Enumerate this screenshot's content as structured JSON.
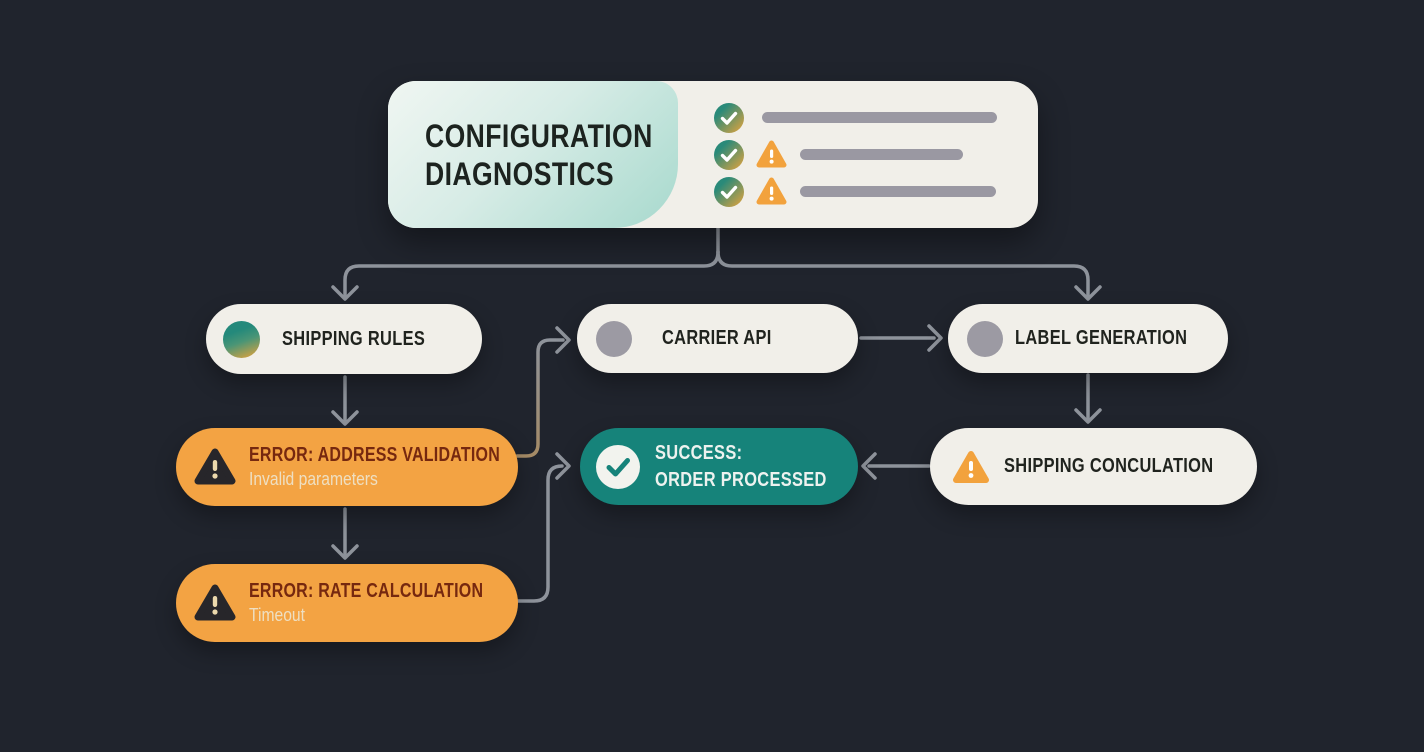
{
  "header": {
    "title": "CONFIGURATION DIAGNOSTICS",
    "checklist_rows": [
      {
        "check": true,
        "warning": false,
        "bar": "long"
      },
      {
        "check": true,
        "warning": true,
        "bar": "short"
      },
      {
        "check": true,
        "warning": true,
        "bar": "medium"
      }
    ]
  },
  "nodes": {
    "shipping_rules": {
      "label": "SHIPPING RULES"
    },
    "carrier_api": {
      "label": "CARRIER API"
    },
    "label_generation": {
      "label": "LABEL GENERATION"
    },
    "error_address": {
      "title": "ERROR: ADDRESS VALIDATION",
      "subtitle": "Invalid parameters"
    },
    "error_rate": {
      "title": "ERROR: RATE CALCULATION",
      "subtitle": "Timeout"
    },
    "success": {
      "title": "SUCCESS:",
      "subtitle": "ORDER PROCESSED"
    },
    "shipping_conculation": {
      "label": "SHIPPING CONCULATION"
    }
  },
  "edges": [
    "header -> shipping_rules",
    "header -> label_generation",
    "shipping_rules -> error_address",
    "error_address -> error_rate",
    "error_address -> carrier_api",
    "error_rate -> success",
    "carrier_api -> label_generation",
    "label_generation -> shipping_conculation",
    "shipping_conculation -> success"
  ],
  "colors": {
    "background": "#20242d",
    "card": "#f1efe9",
    "orange": "#f3a343",
    "teal": "#16837a",
    "accent_gradient": [
      "#24897b",
      "#d9a23f"
    ],
    "connector_gray": "#8e939b",
    "connector_tan": "#a58b66",
    "error_title_text": "#76280f",
    "error_subtitle_text": "#eedfc2",
    "dark_text": "#20231e",
    "bar_gray": "#9a98a2",
    "gray_dot": "#9c9aa3"
  }
}
